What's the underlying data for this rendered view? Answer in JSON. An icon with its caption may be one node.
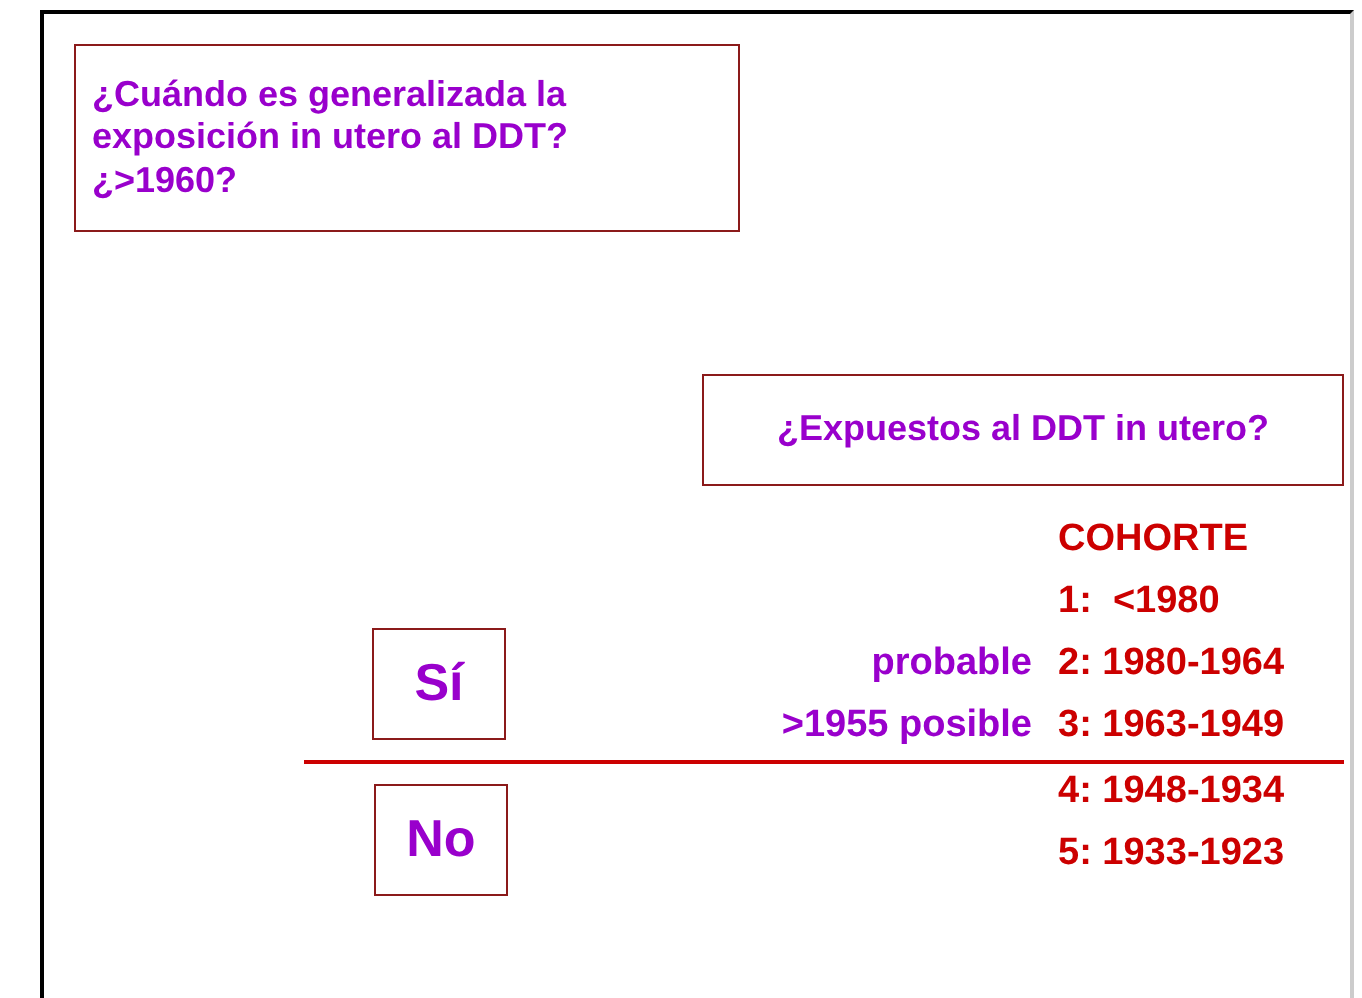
{
  "diagram": {
    "nodes": [
      {
        "text": [
          "¿Cuándo es generalizada la exposición in utero al DDT? ¿>1960?"
        ]
      },
      {
        "text": [
          "¿Expuestos al DDT in utero?"
        ]
      },
      {
        "text": [
          "Sí"
        ]
      },
      {
        "text": [
          "No"
        ]
      }
    ],
    "labels": [
      "COHORTE",
      "1:  <1980",
      "probable",
      "2: 1980-1964",
      ">1955 posible",
      "3: 1963-1949",
      "4: 1948-1934",
      "5: 1933-1923"
    ]
  }
}
